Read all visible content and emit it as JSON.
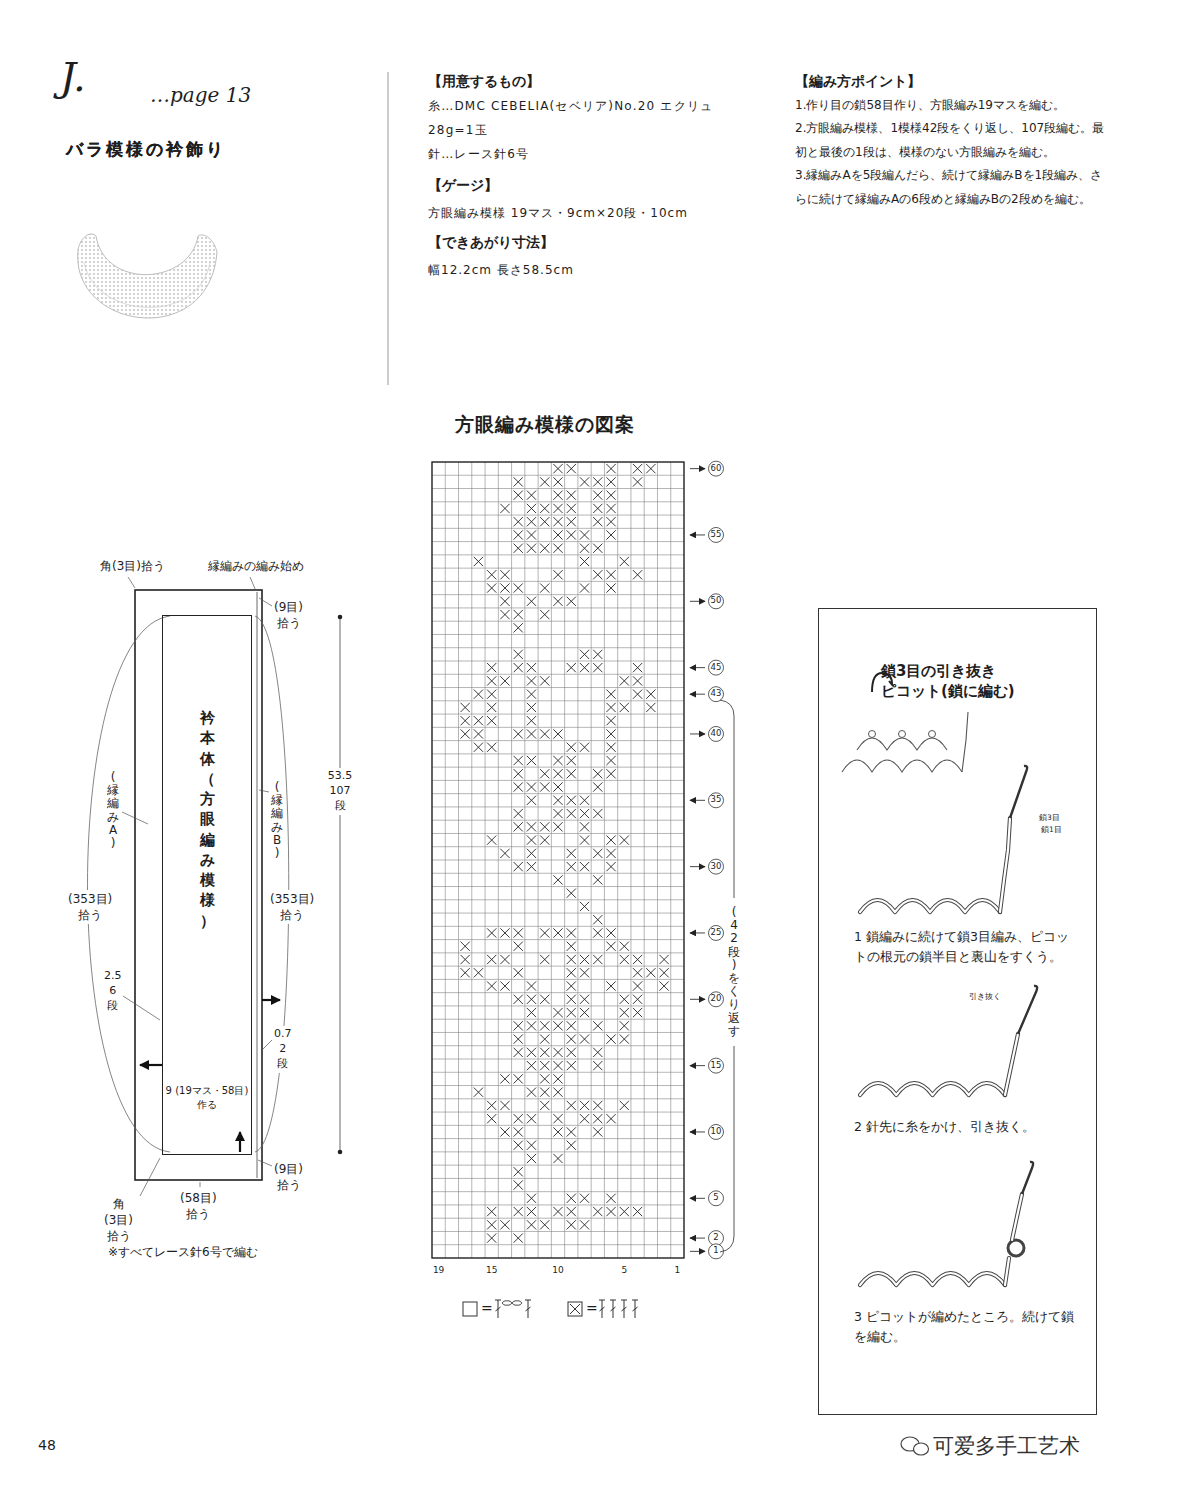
{
  "diagram": {
    "title": "バラ模様の衿飾り",
    "nodes": [
      {
        "text": [
          "衿本体（方眼編み模様）",
          "9 (19マス・58目) 作る"
        ]
      },
      {
        "text": [
          "鎖3目の引き抜き ピコット(鎖に編む)",
          "1 鎖編みに続けて鎖3目編み、ピコットの根元の鎖半目と裏山をすくう。",
          "2 針先に糸をかけ、引き抜く。",
          "3 ピコットが編めたところ。続けて鎖を編む。",
          "鎖3目",
          "鎖1目",
          "引き抜く"
        ]
      }
    ],
    "labels": [
      "J.",
      "…page 13",
      "バラ模様の衿飾り",
      "【用意するもの】",
      "糸…DMC CEBELIA(セベリア)No.20 エクリュ 28g=1玉",
      "針…レース針6号",
      "【ゲージ】",
      "方眼編み模様 19マス・9cm×20段・10cm",
      "【できあがり寸法】",
      "幅12.2cm 長さ58.5cm",
      "【編み方ポイント】",
      "1.作り目の鎖58目作り、方眼編み19マスを編む。",
      "2.方眼編み模様、1模様42段をくり返し、107段編む。最初と最後の1段は、模様のない方眼編みを編む。",
      "3.縁編みAを5段編んだら、続けて縁編みBを1段編み、さらに続けて縁編みAの6段めと縁編みBの2段めを編む。",
      "方眼編み模様の図案",
      "角(3目)拾う",
      "縁編みの編み始め",
      "(9目) 拾う",
      "53.5 107 段",
      "(縁編みA)",
      "(縁編みB)",
      "(353目) 拾う",
      "(353目) 拾う",
      "2.5 6 段",
      "0.7 2 段",
      "(9目) 拾う",
      "角(3目) 拾う",
      "(58目) 拾う",
      "※すべてレース針6号で編む",
      "60",
      "55",
      "50",
      "45",
      "43",
      "40",
      "35",
      "30",
      "25",
      "20",
      "15",
      "10",
      "5",
      "2",
      "1",
      "19",
      "15",
      "10",
      "5",
      "1",
      "(42段)をくり返す",
      "=",
      "=",
      "48",
      "可爱多手工艺术"
    ]
  }
}
